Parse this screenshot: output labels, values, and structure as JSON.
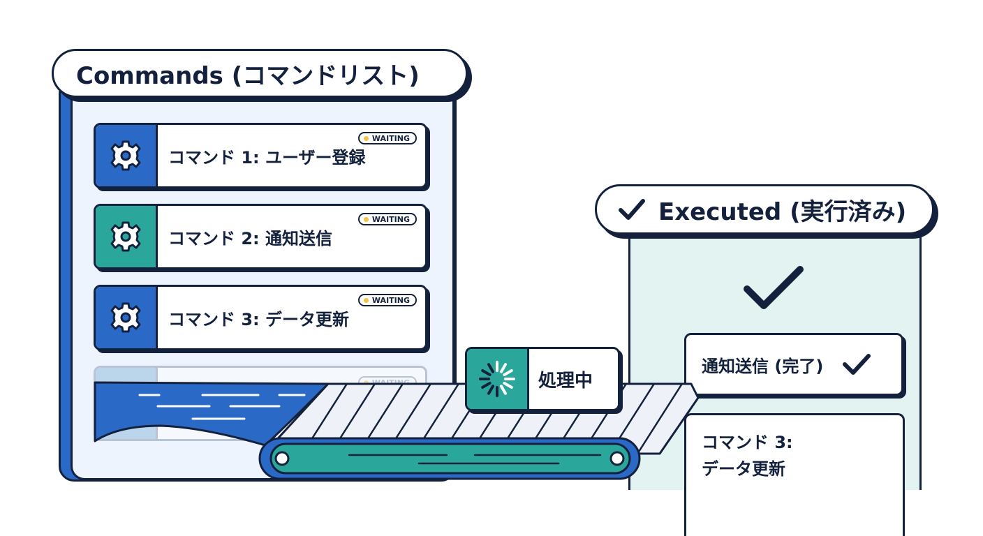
{
  "commands_panel": {
    "title": "Commands (コマンドリスト)",
    "items": [
      {
        "label": "コマンド 1: ユーザー登録",
        "badge": "WAITING",
        "accent": "#2a69c6"
      },
      {
        "label": "コマンド 2: 通知送信",
        "badge": "WAITING",
        "accent": "#2aa79a"
      },
      {
        "label": "コマンド 3: データ更新",
        "badge": "WAITING",
        "accent": "#2a69c6"
      }
    ],
    "ghost_item": {
      "badge": "WAITING"
    }
  },
  "processing": {
    "label": "処理中",
    "accent": "#2aa79a"
  },
  "executed_panel": {
    "title": "Executed (実行済み)",
    "items": [
      {
        "label": "通知送信 (完了)"
      },
      {
        "line1": "コマンド 3:",
        "line2": "データ更新"
      }
    ]
  },
  "colors": {
    "navy": "#14213d",
    "blue": "#2a69c6",
    "teal": "#2aa79a",
    "panel_bg": "#eef4fd",
    "executed_bg": "#e2f3f1",
    "waiting_dot": "#f5c242"
  },
  "icons": [
    "gear-icon",
    "spinner-icon",
    "check-icon",
    "conveyor-belt"
  ]
}
